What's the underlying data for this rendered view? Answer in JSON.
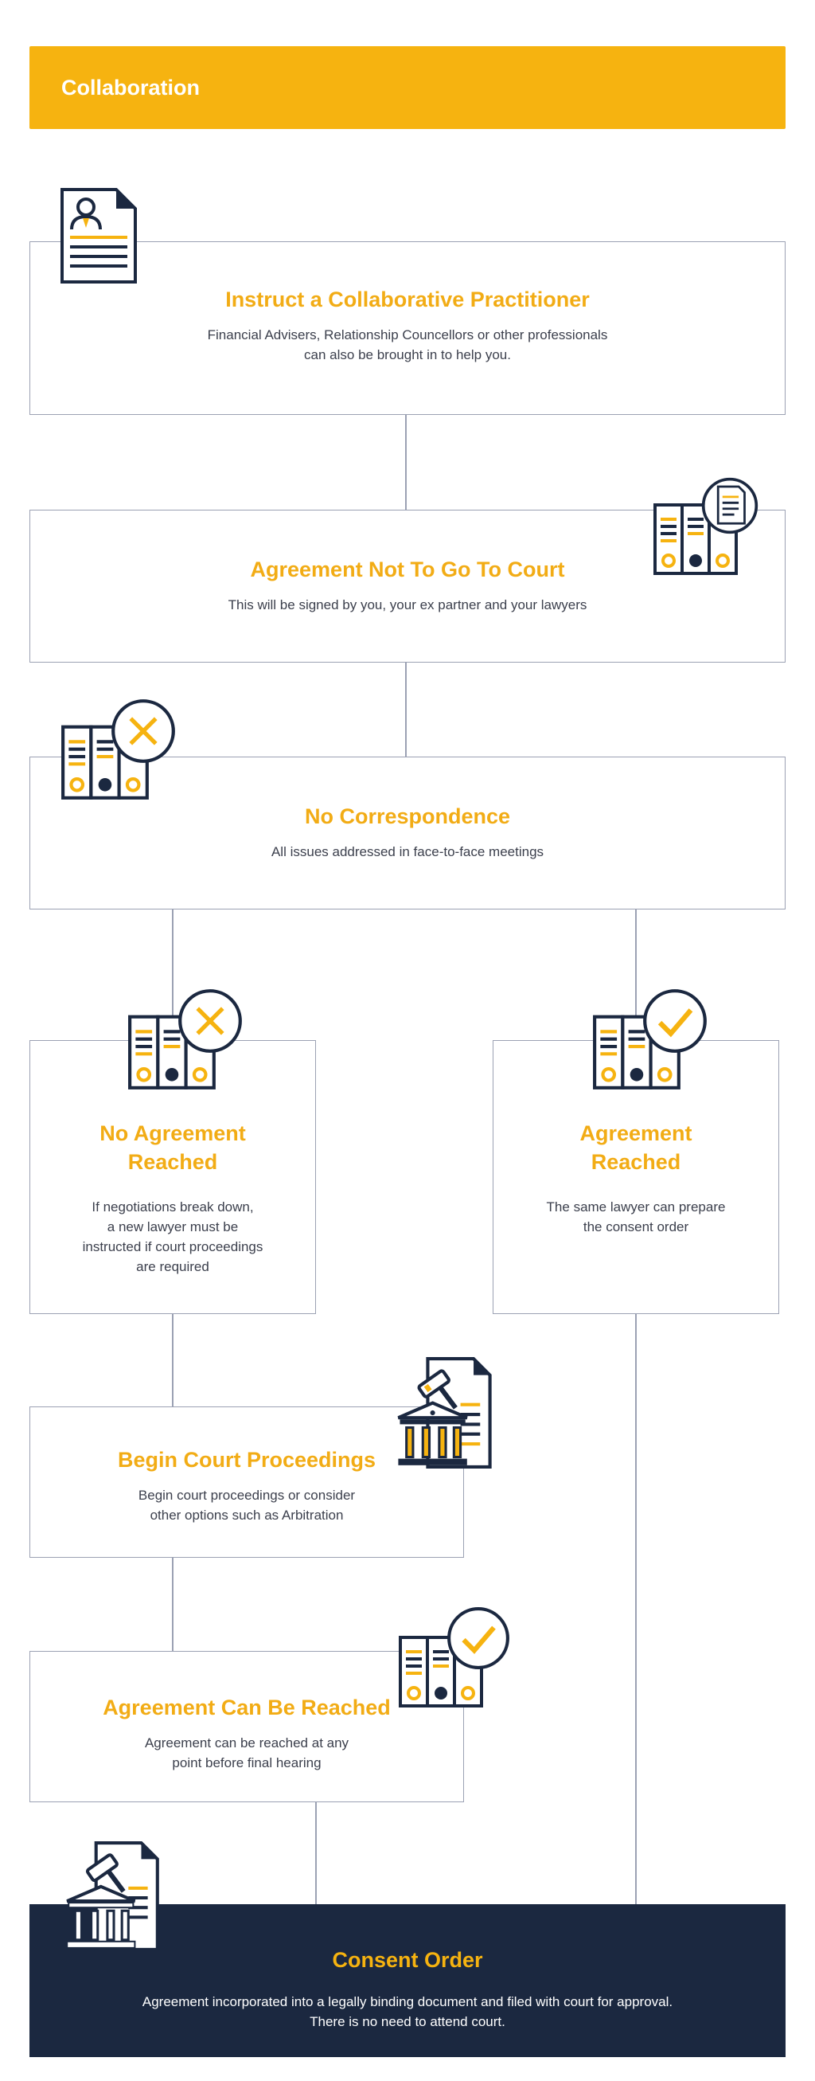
{
  "header": {
    "title": "Collaboration"
  },
  "steps": [
    {
      "title": "Instruct a Collaborative Practitioner",
      "text": "Financial Advisers, Relationship Councellors or other professionals\ncan also be brought in to help you."
    },
    {
      "title": "Agreement Not To Go To Court",
      "text": "This will be signed by you, your ex partner and your lawyers"
    },
    {
      "title": "No Correspondence",
      "text": "All issues addressed in face-to-face meetings"
    },
    {
      "title": "No Agreement\nReached",
      "text": "If negotiations break down,\na new lawyer must be\ninstructed if court proceedings\nare required"
    },
    {
      "title": "Agreement\nReached",
      "text": "The same lawyer can prepare\nthe consent order"
    },
    {
      "title": "Begin Court Proceedings",
      "text": "Begin court proceedings or consider\nother options such as Arbitration"
    },
    {
      "title": "Agreement Can Be Reached",
      "text": "Agreement can be reached at any\npoint before final hearing"
    }
  ],
  "consent": {
    "title": "Consent Order",
    "text": "Agreement incorporated into a legally binding document and filed with court for approval.\nThere is no need to attend court."
  },
  "colors": {
    "accent": "#f6b310",
    "navy": "#1b2840",
    "border": "#9ba1b3"
  },
  "icons": [
    "practitioner-document-icon",
    "binders-document-icon",
    "binders-cross-icon",
    "binders-check-icon",
    "court-document-icon"
  ]
}
